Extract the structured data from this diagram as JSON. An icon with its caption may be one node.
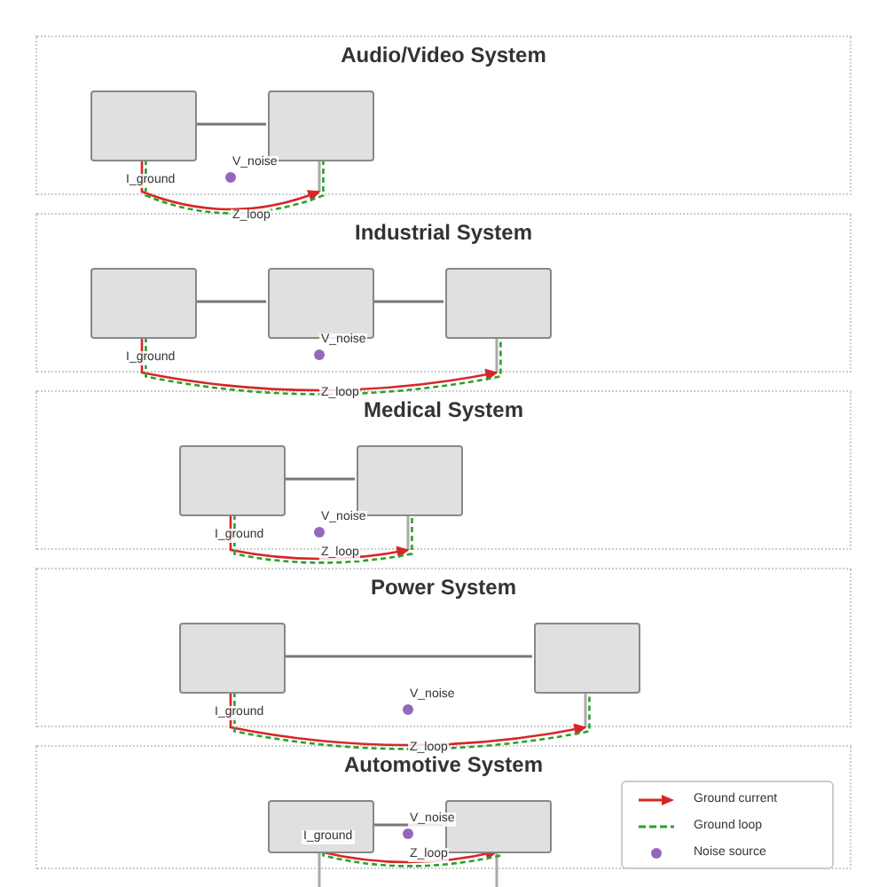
{
  "diagram": {
    "nodes": [
      {
        "text": [
          "Audio/Video System"
        ]
      },
      {
        "text": [],
        "shape": "box",
        "in": 0
      },
      {
        "text": [],
        "shape": "box",
        "in": 0
      },
      {
        "text": [
          "Industrial System"
        ]
      },
      {
        "text": [],
        "shape": "box",
        "in": 3
      },
      {
        "text": [],
        "shape": "box",
        "in": 3
      },
      {
        "text": [],
        "shape": "box",
        "in": 3
      },
      {
        "text": [
          "Medical System"
        ]
      },
      {
        "text": [],
        "shape": "box",
        "in": 7
      },
      {
        "text": [],
        "shape": "box",
        "in": 7
      },
      {
        "text": [
          "Power System"
        ]
      },
      {
        "text": [],
        "shape": "box",
        "in": 10
      },
      {
        "text": [],
        "shape": "box",
        "in": 10
      },
      {
        "text": [
          "Automotive System"
        ]
      },
      {
        "text": [],
        "shape": "box",
        "in": 13
      },
      {
        "text": [],
        "shape": "box",
        "in": 13
      }
    ],
    "edges": [
      {
        "from": 1,
        "to": 2,
        "arrow": "none"
      },
      {
        "from": 1,
        "to": 2,
        "arrow": "to",
        "color": "#d62728"
      },
      {
        "from": 1,
        "to": 2,
        "arrow": "none",
        "style": "dashed",
        "color": "#2ca02c"
      },
      {
        "from": 4,
        "to": 5,
        "arrow": "none"
      },
      {
        "from": 5,
        "to": 6,
        "arrow": "none"
      },
      {
        "from": 4,
        "to": 6,
        "arrow": "to",
        "color": "#d62728"
      },
      {
        "from": 4,
        "to": 6,
        "arrow": "none",
        "style": "dashed",
        "color": "#2ca02c"
      },
      {
        "from": 8,
        "to": 9,
        "arrow": "none"
      },
      {
        "from": 8,
        "to": 9,
        "arrow": "to",
        "color": "#d62728"
      },
      {
        "from": 8,
        "to": 9,
        "arrow": "none",
        "style": "dashed",
        "color": "#2ca02c"
      },
      {
        "from": 11,
        "to": 12,
        "arrow": "none"
      },
      {
        "from": 11,
        "to": 12,
        "arrow": "to",
        "color": "#d62728"
      },
      {
        "from": 11,
        "to": 12,
        "arrow": "none",
        "style": "dashed",
        "color": "#2ca02c"
      },
      {
        "from": 14,
        "to": 15,
        "arrow": "none"
      },
      {
        "from": 14,
        "to": 15,
        "arrow": "to",
        "color": "#d62728"
      },
      {
        "from": 14,
        "to": 15,
        "arrow": "none",
        "style": "dashed",
        "color": "#2ca02c"
      }
    ],
    "labels": [
      "V_noise",
      "I_ground",
      "Z_loop",
      "V_noise",
      "I_ground",
      "Z_loop",
      "V_noise",
      "I_ground",
      "Z_loop",
      "V_noise",
      "I_ground",
      "Z_loop",
      "V_noise",
      "I_ground",
      "Z_loop"
    ],
    "legend": [
      {
        "text": "Ground current",
        "color": "#d62728"
      },
      {
        "text": "Ground loop",
        "color": "#2ca02c"
      },
      {
        "text": "Noise source",
        "color": "#9467bd"
      }
    ]
  }
}
